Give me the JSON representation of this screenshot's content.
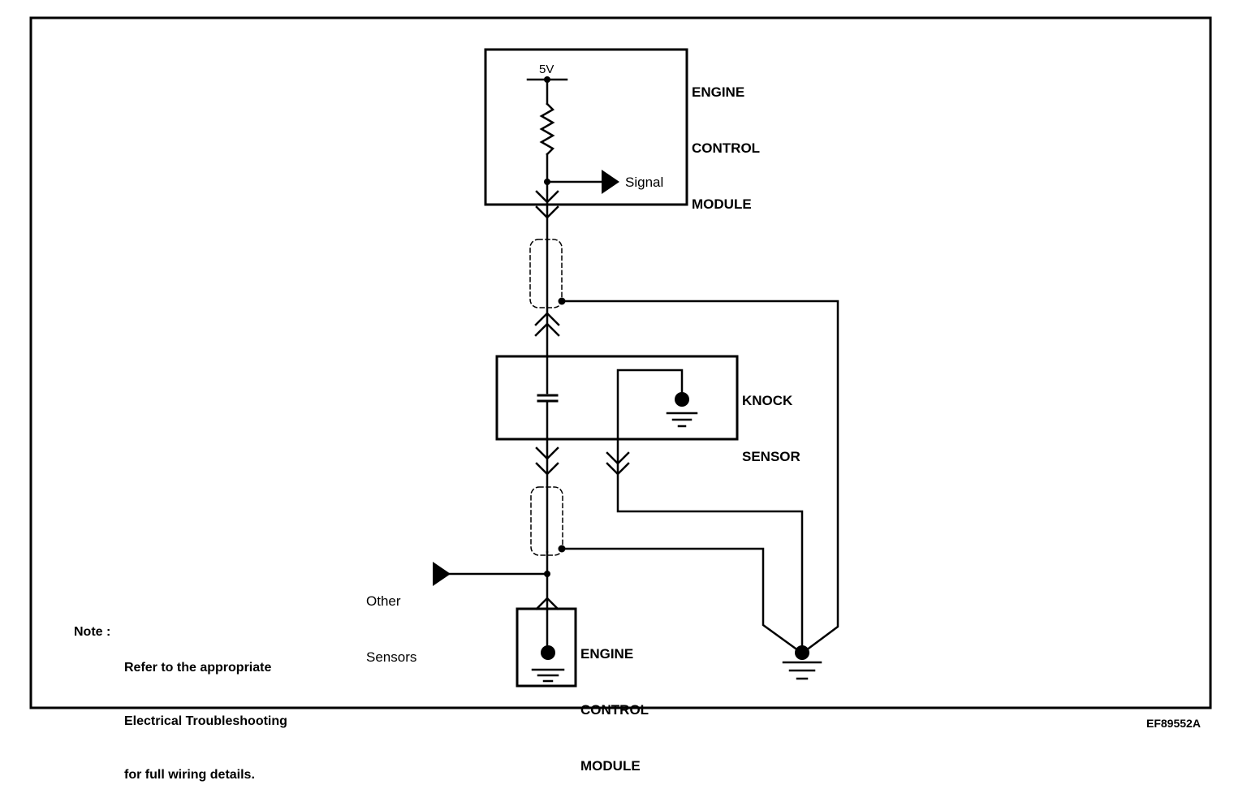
{
  "ecm_top": {
    "label_line1": "ENGINE",
    "label_line2": "CONTROL",
    "label_line3": "MODULE",
    "supply": "5V",
    "signal": "Signal"
  },
  "knock_sensor": {
    "label_line1": "KNOCK",
    "label_line2": "SENSOR"
  },
  "ecm_bottom": {
    "label_line1": "ENGINE",
    "label_line2": "CONTROL",
    "label_line3": "MODULE"
  },
  "other_sensors": {
    "line1": "Other",
    "line2": "Sensors"
  },
  "note": {
    "prefix": "Note :",
    "line1": "Refer to the appropriate",
    "line2": "Electrical Troubleshooting",
    "line3": "for full wiring details."
  },
  "figure_code": "EF89552A",
  "colors": {
    "ink": "#000000",
    "background": "#ffffff"
  }
}
